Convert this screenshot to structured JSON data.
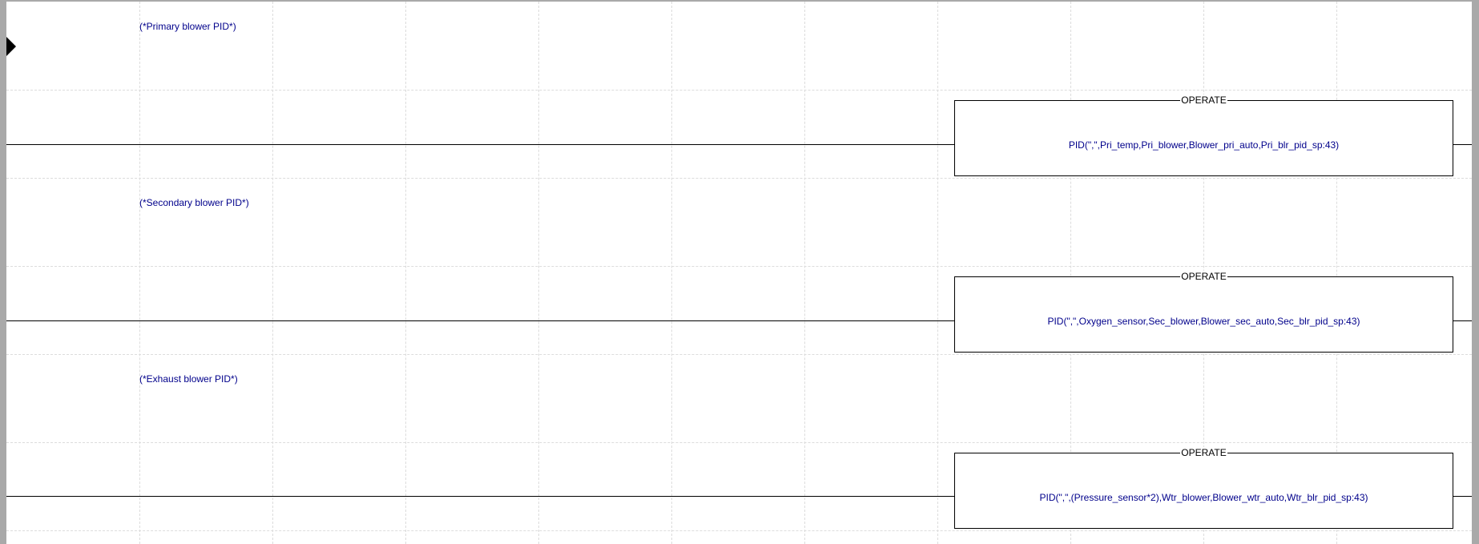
{
  "ladder": {
    "rungs": [
      {
        "comment": "(*Primary blower PID*)",
        "block_title": "OPERATE",
        "expression": "PID(\",\",Pri_temp,Pri_blower,Blower_pri_auto,Pri_blr_pid_sp:43)"
      },
      {
        "comment": "(*Secondary blower PID*)",
        "block_title": "OPERATE",
        "expression": "PID(\",\",Oxygen_sensor,Sec_blower,Blower_sec_auto,Sec_blr_pid_sp:43)"
      },
      {
        "comment": "(*Exhaust blower PID*)",
        "block_title": "OPERATE",
        "expression": "PID(\",\",(Pressure_sensor*2),Wtr_blower,Blower_wtr_auto,Wtr_blr_pid_sp:43)"
      }
    ]
  },
  "colors": {
    "background": "#a9a9a9",
    "canvas": "#ffffff",
    "grid": "#dcdcdc",
    "comment_text": "#00008b",
    "wire": "#000000"
  },
  "icons": {
    "cursor": "current-rung-arrow-icon"
  }
}
